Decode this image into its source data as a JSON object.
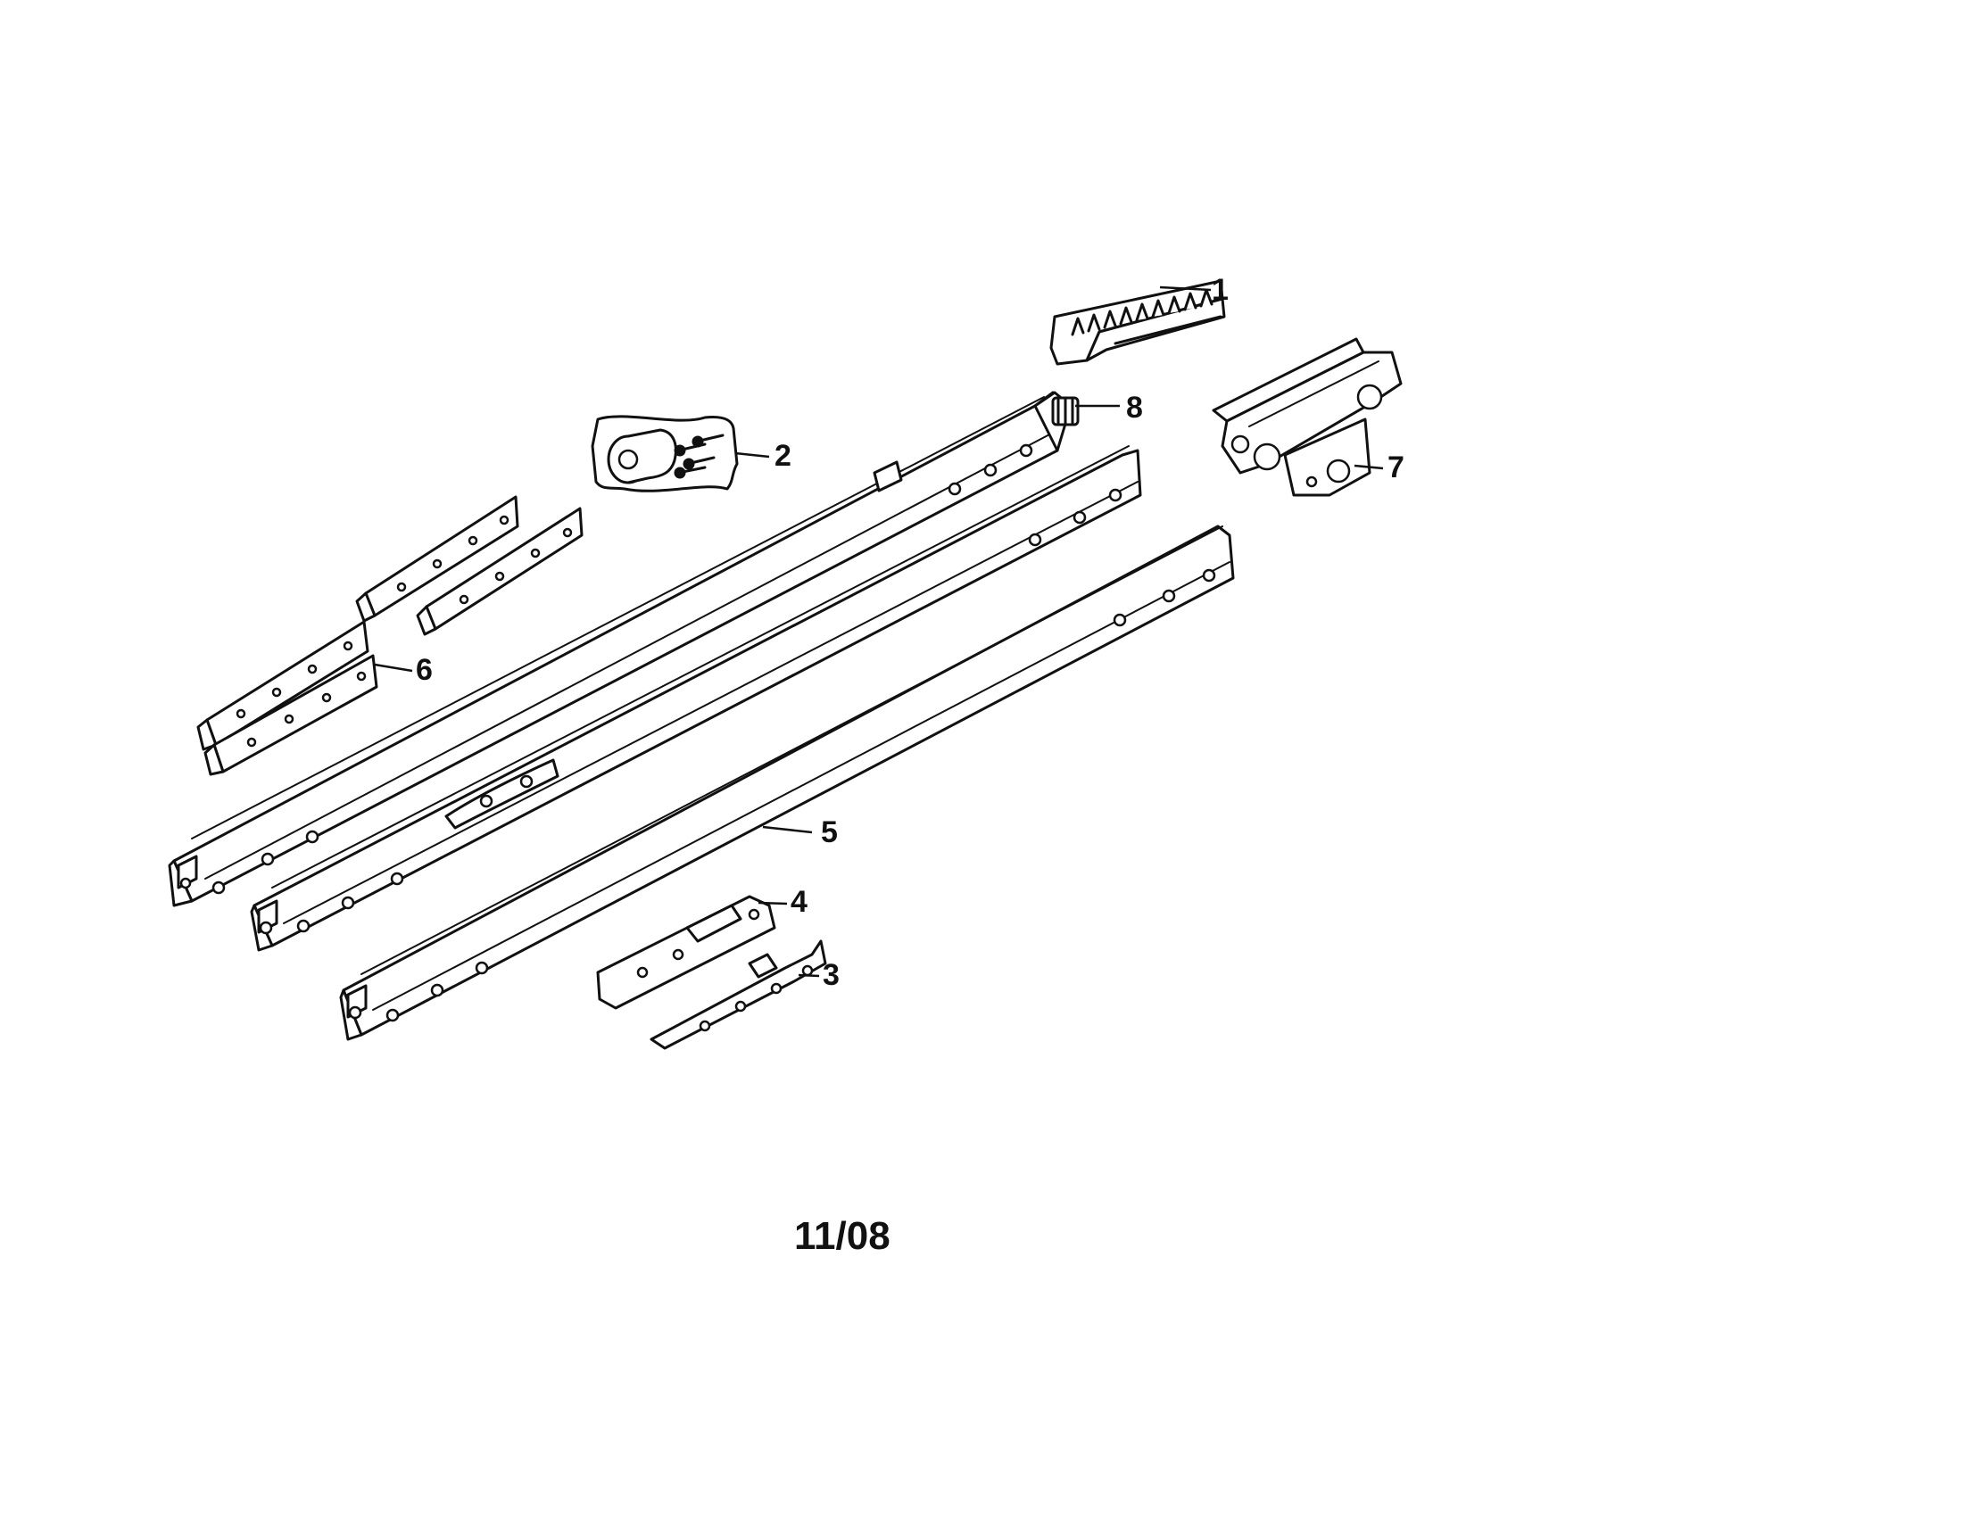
{
  "diagram": {
    "callouts": [
      {
        "id": "1",
        "label": "1"
      },
      {
        "id": "2",
        "label": "2"
      },
      {
        "id": "3",
        "label": "3"
      },
      {
        "id": "4",
        "label": "4"
      },
      {
        "id": "5",
        "label": "5"
      },
      {
        "id": "6",
        "label": "6"
      },
      {
        "id": "7",
        "label": "7"
      },
      {
        "id": "8",
        "label": "8"
      }
    ],
    "date_code": "11/08"
  }
}
